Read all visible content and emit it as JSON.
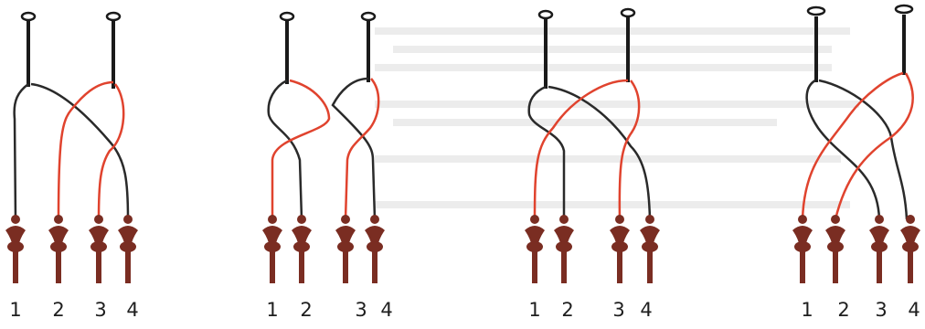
{
  "colors": {
    "pin": "#1a1a1a",
    "pin_head": "#ffffff",
    "thread_dark": "#2a2a2a",
    "thread_red": "#e0432e",
    "bobbin": "#7a2d22",
    "bobbin_dark": "#5e1f17"
  },
  "panels": [
    {
      "numbers": [
        "1",
        "2",
        "3",
        "4"
      ]
    },
    {
      "numbers": [
        "1",
        "2",
        "3",
        "4"
      ]
    },
    {
      "numbers": [
        "1",
        "2",
        "3",
        "4"
      ]
    },
    {
      "numbers": [
        "1",
        "2",
        "3",
        "4"
      ]
    }
  ]
}
